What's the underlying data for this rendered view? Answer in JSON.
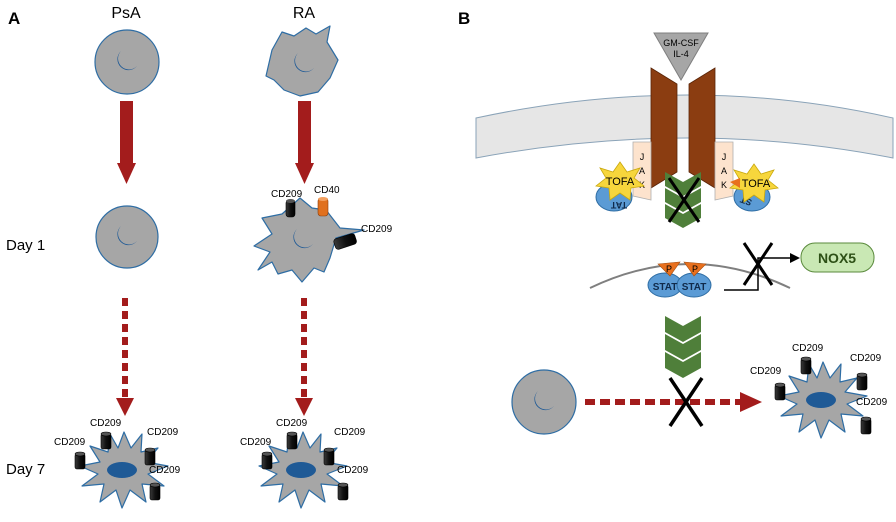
{
  "panel_a": {
    "label": "A",
    "col_psa": "PsA",
    "col_ra": "RA",
    "row_day1": "Day 1",
    "row_day7": "Day 7",
    "marker_cd209": "CD209",
    "marker_cd40": "CD40"
  },
  "panel_b": {
    "label": "B",
    "ligand_line1": "GM-CSF",
    "ligand_line2": "IL-4",
    "tofa": "TOFA",
    "jak_left": [
      "J",
      "A",
      "K"
    ],
    "jak_right": [
      "J",
      "A",
      "K"
    ],
    "stat_left_partial": "TAT",
    "stat_right_partial": "ST",
    "stat": "STAT",
    "p": "P",
    "nox5": "NOX5",
    "marker_cd209": "CD209"
  },
  "colors": {
    "cell_fill": "#a6a6a6",
    "cell_stroke": "#2e6da4",
    "nucleus": "#1f5a96",
    "arrow_red": "#a31c1c",
    "receptor": "#8b3d11",
    "membrane": "#e6e6e6",
    "tofa_star": "#f7d63c",
    "stat_blue": "#5b9bd5",
    "phospho_orange": "#e8701e",
    "chevron_green": "#4f7f3a",
    "nox5_fill": "#c9e8b4",
    "marker_dark": "#1f1f1f",
    "cd40_orange": "#e0701e"
  }
}
